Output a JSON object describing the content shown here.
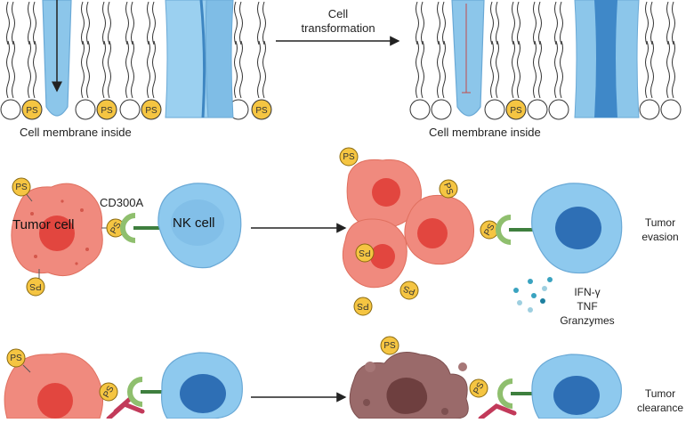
{
  "top_panel": {
    "arrow_label_line1": "Cell",
    "arrow_label_line2": "transformation",
    "left_caption": "Cell membrane inside",
    "right_caption": "Cell membrane inside",
    "phospholipid_marker": "PS"
  },
  "evasion_panel": {
    "tumor_label": "Tumor cell",
    "receptor_label": "CD300A",
    "nk_label": "NK cell",
    "outcome_line1": "Tumor",
    "outcome_line2": "evasion",
    "cytokines": [
      "IFN-γ",
      "TNF",
      "Granzymes"
    ]
  },
  "clearance_panel": {
    "outcome_line1": "Tumor",
    "outcome_line2": "clearance"
  },
  "colors": {
    "channel": "#8cc6ea",
    "channel_dark": "#4a90c8",
    "tumor": "#f08a7e",
    "tumor_nucleus": "#e2463f",
    "nk": "#8ec9ee",
    "nk_nucleus": "#2e6fb5",
    "ps": "#f5c542",
    "receptor": "#8fbf6e",
    "antibody": "#c23a5a",
    "dead_cell": "#9a6a6a"
  }
}
